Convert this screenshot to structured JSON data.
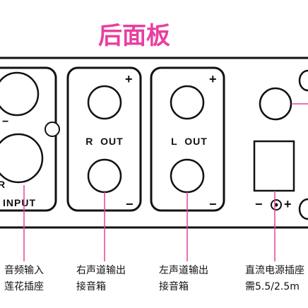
{
  "title": "后面板",
  "input_panel": {
    "letter": "R",
    "label": "INPUT",
    "minus": "−"
  },
  "r_out_panel": {
    "label": "R  OUT",
    "plus": "+",
    "minus": "−"
  },
  "l_out_panel": {
    "label": "L  OUT",
    "plus": "+",
    "minus": "−"
  },
  "power_panel": {
    "polarity_minus": "−",
    "polarity_plus": "+"
  },
  "captions": {
    "input": [
      "音频输入",
      "莲花插座"
    ],
    "r_out": [
      "右声道输出",
      "接音箱"
    ],
    "l_out": [
      "左声道输出",
      "接音箱"
    ],
    "power": [
      "直流电源插座",
      "需5.5/2.5m"
    ]
  },
  "colors": {
    "title": "#e83fa0",
    "leader_lines": "#e83fa0",
    "outline": "#111111"
  }
}
